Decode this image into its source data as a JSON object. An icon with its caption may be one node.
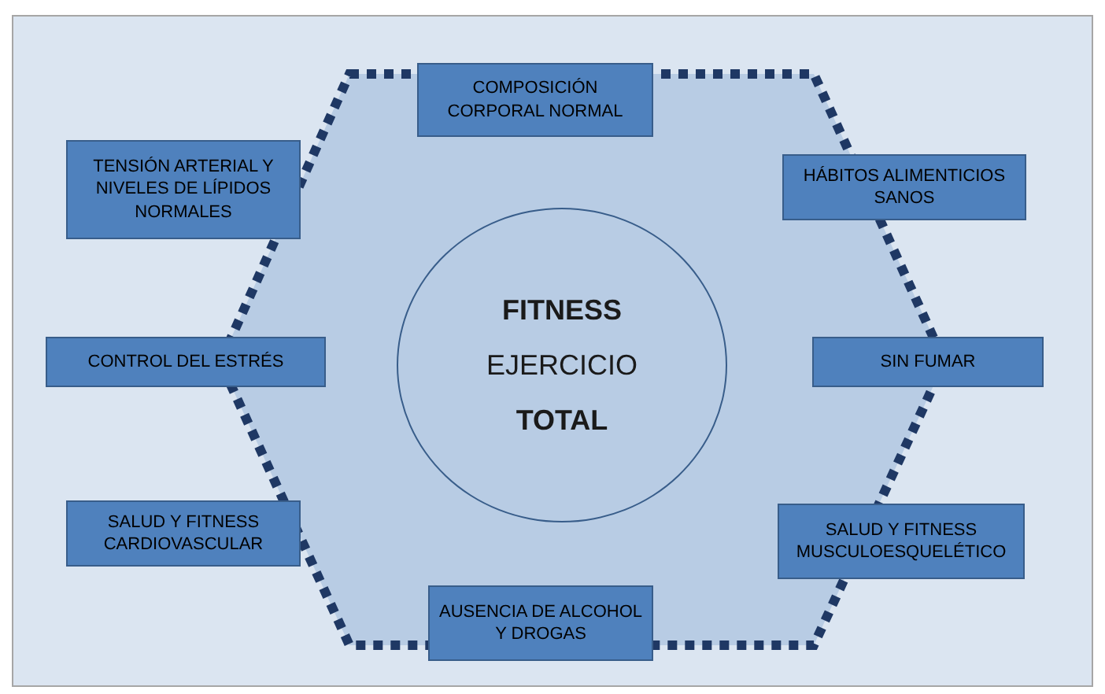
{
  "diagram": {
    "nodes": [
      {
        "text": [
          "COMPOSICIÓN CORPORAL NORMAL"
        ]
      },
      {
        "text": [
          "TENSIÓN ARTERIAL Y NIVELES DE LÍPIDOS NORMALES"
        ]
      },
      {
        "text": [
          "HÁBITOS ALIMENTICIOS SANOS"
        ]
      },
      {
        "text": [
          "FITNESS",
          "EJERCICIO",
          "TOTAL"
        ]
      },
      {
        "text": [
          "CONTROL DEL ESTRÉS"
        ]
      },
      {
        "text": [
          "SIN FUMAR"
        ]
      },
      {
        "text": [
          "SALUD Y FITNESS CARDIOVASCULAR"
        ]
      },
      {
        "text": [
          "SALUD Y FITNESS MUSCULOESQUELÉTICO"
        ]
      },
      {
        "text": [
          "AUSENCIA DE ALCOHOL Y DROGAS"
        ]
      }
    ]
  }
}
